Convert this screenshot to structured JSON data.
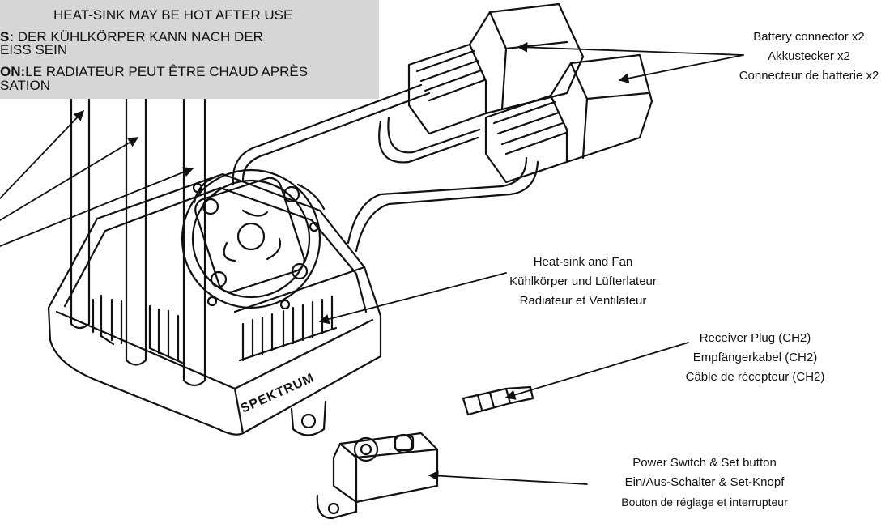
{
  "warning": {
    "line_en": "HEAT-SINK MAY BE HOT AFTER USE",
    "line_de_label": "S:",
    "line_de_1": "DER KÜHLKÖRPER KANN NACH DER",
    "line_de_2": "EISS SEIN",
    "line_fr_label": "ON:",
    "line_fr_1": "LE RADIATEUR PEUT ÊTRE CHAUD APRÈS",
    "line_fr_2": "SATION"
  },
  "callouts": {
    "battery": {
      "en": "Battery connector x2",
      "de": "Akkustecker x2",
      "fr": "Connecteur de batterie x2"
    },
    "heatsink": {
      "en": "Heat-sink and Fan",
      "de": "Kühlkörper und Lüfterlateur",
      "fr": "Radiateur et Ventilateur"
    },
    "receiver": {
      "en": "Receiver Plug (CH2)",
      "de": "Empfängerkabel (CH2)",
      "fr": "Câble de récepteur (CH2)"
    },
    "switch": {
      "en": "Power Switch & Set button",
      "de": "Ein/Aus-Schalter & Set-Knopf",
      "fr": "Bouton de réglage et interrupteur"
    }
  },
  "brand_logo": "SPEKTRUM"
}
